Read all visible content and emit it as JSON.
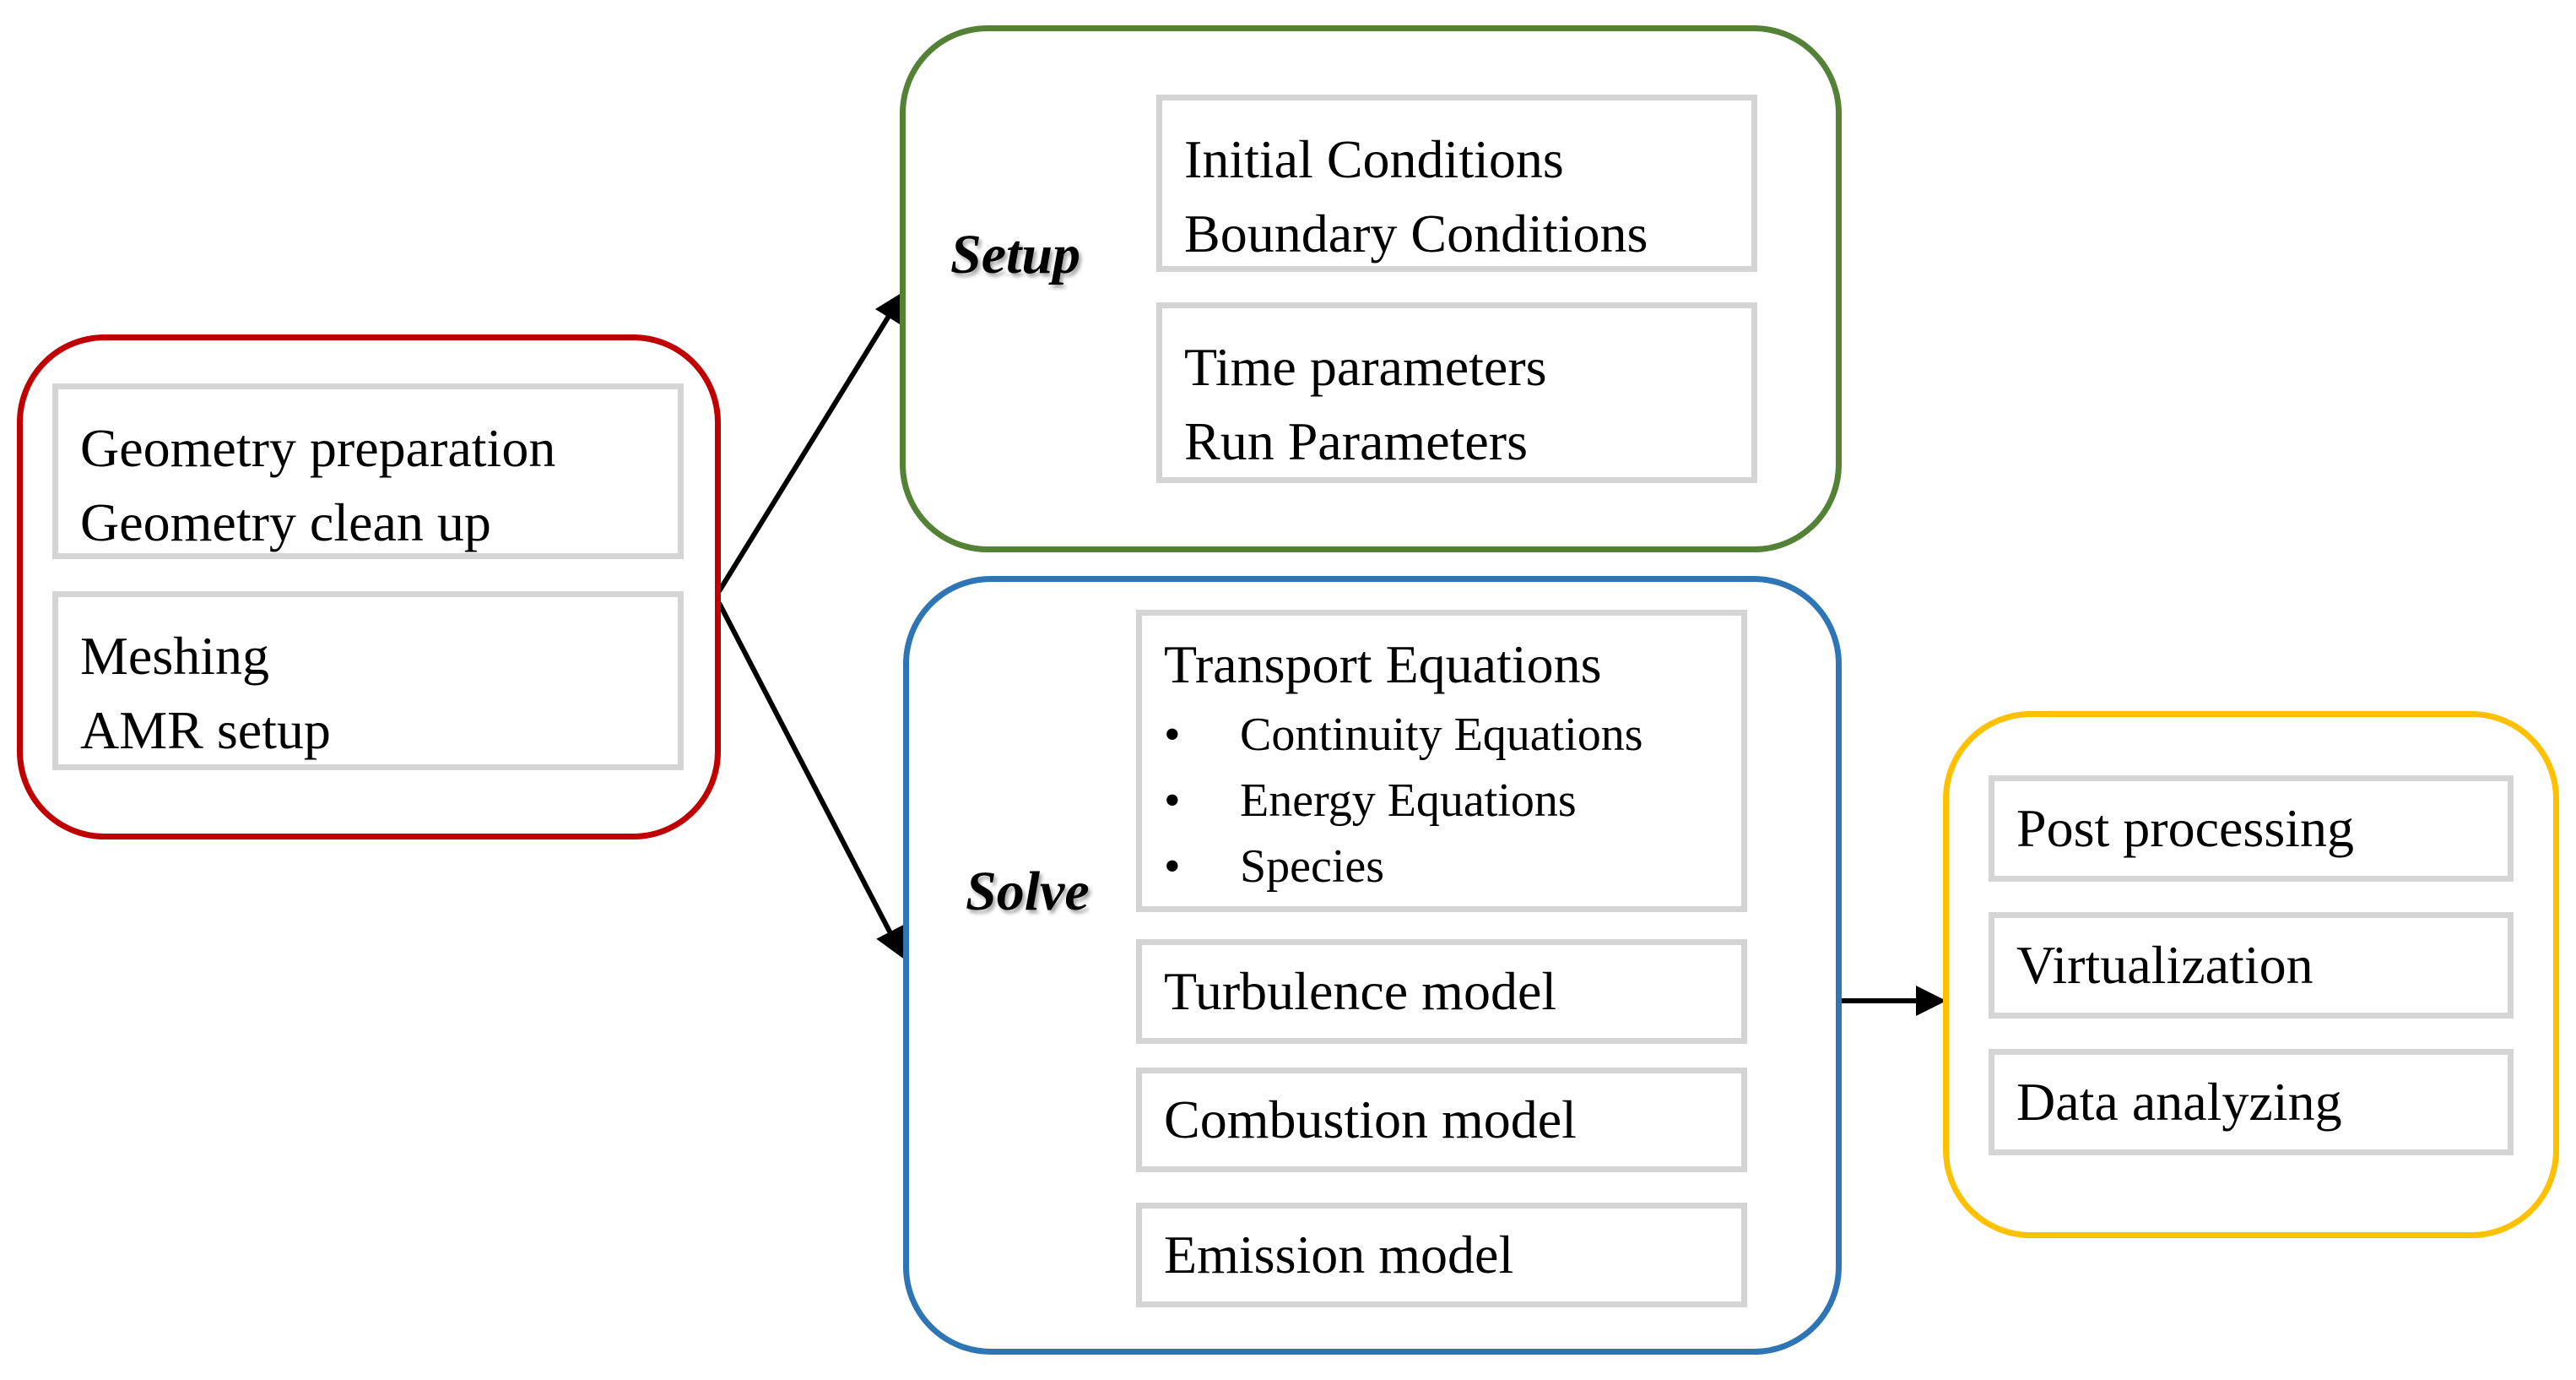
{
  "colors": {
    "prep_border": "#c00000",
    "setup_border": "#538135",
    "solve_border": "#2e75b6",
    "post_border": "#ffc000",
    "item_border": "#d4d4d4",
    "arrow": "#000000"
  },
  "preprocessing": {
    "items": [
      {
        "lines": [
          "Geometry preparation",
          "Geometry clean up"
        ]
      },
      {
        "lines": [
          "Meshing",
          "AMR setup"
        ]
      }
    ]
  },
  "setup": {
    "label": "Setup",
    "items": [
      {
        "lines": [
          "Initial Conditions",
          "Boundary Conditions"
        ]
      },
      {
        "lines": [
          "Time parameters",
          "Run Parameters"
        ]
      }
    ]
  },
  "solve": {
    "label": "Solve",
    "transport": {
      "title": "Transport Equations",
      "bullets": [
        "Continuity Equations",
        "Energy Equations",
        "Species"
      ]
    },
    "models": [
      "Turbulence model",
      "Combustion model",
      "Emission model"
    ]
  },
  "postprocessing": {
    "items": [
      "Post processing",
      "Virtualization",
      "Data analyzing"
    ]
  }
}
